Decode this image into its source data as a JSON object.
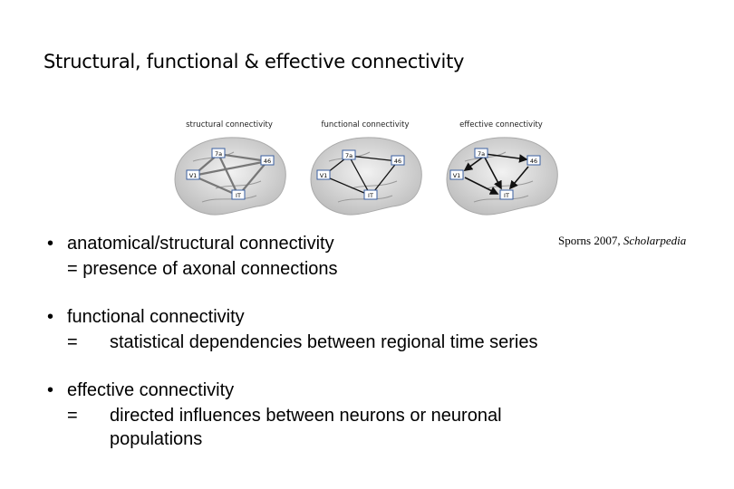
{
  "slide": {
    "title": "Structural, functional & effective connectivity",
    "figure": {
      "panels": [
        {
          "label": "structural connectivity"
        },
        {
          "label": "functional connectivity"
        },
        {
          "label": "effective connectivity"
        }
      ],
      "nodes": [
        "7a",
        "46",
        "V1",
        "IT"
      ]
    },
    "citation": {
      "author": "Sporns 2007, ",
      "source": "Scholarpedia"
    },
    "bullets": [
      {
        "symbol": "•",
        "heading": "anatomical/structural connectivity",
        "line1": "= presence of axonal connections"
      },
      {
        "symbol": "•",
        "heading": "functional connectivity",
        "eq": "=",
        "line1": "statistical dependencies between regional time series"
      },
      {
        "symbol": "•",
        "heading": "effective connectivity",
        "eq": "=",
        "line1": "directed influences between neurons or  neuronal",
        "line2": "populations"
      }
    ]
  }
}
